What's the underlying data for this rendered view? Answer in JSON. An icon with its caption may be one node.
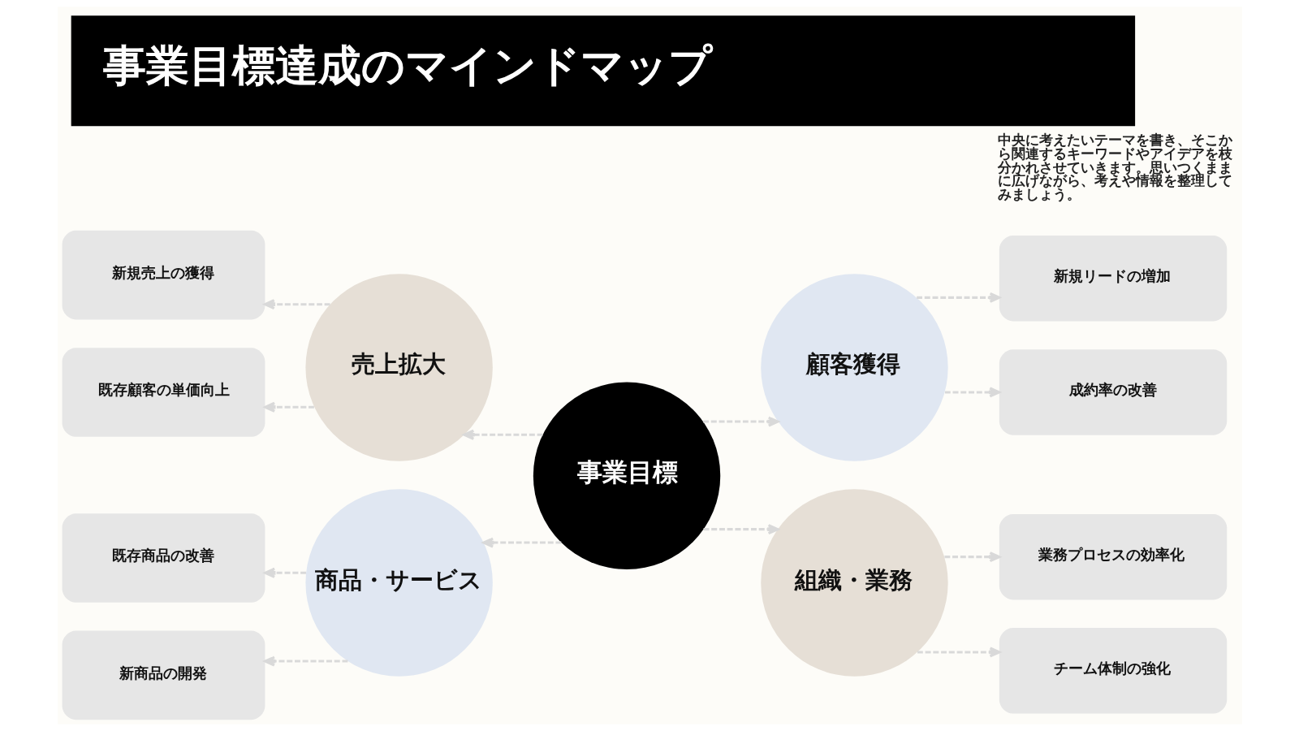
{
  "diagram": {
    "title": "事業目標達成のマインドマップ",
    "nodes": [
      {
        "text": [
          "事業目標"
        ]
      },
      {
        "text": [
          "売上拡大"
        ]
      },
      {
        "text": [
          "新規売上の獲得"
        ]
      },
      {
        "text": [
          "既存顧客の単価向上"
        ]
      },
      {
        "text": [
          "商品・サービス"
        ]
      },
      {
        "text": [
          "既存商品の改善"
        ]
      },
      {
        "text": [
          "新商品の開発"
        ]
      },
      {
        "text": [
          "顧客獲得"
        ]
      },
      {
        "text": [
          "新規リードの増加"
        ]
      },
      {
        "text": [
          "成約率の改善"
        ]
      },
      {
        "text": [
          "組織・業務"
        ]
      },
      {
        "text": [
          "業務プロセスの効率化"
        ]
      },
      {
        "text": [
          "チーム体制の強化"
        ]
      }
    ],
    "edges": [
      {
        "from": 0,
        "to": 1,
        "arrow": "to",
        "style": "dashed"
      },
      {
        "from": 1,
        "to": 2,
        "arrow": "to",
        "style": "dashed"
      },
      {
        "from": 1,
        "to": 3,
        "arrow": "to",
        "style": "dashed"
      },
      {
        "from": 0,
        "to": 4,
        "arrow": "to",
        "style": "dashed"
      },
      {
        "from": 4,
        "to": 5,
        "arrow": "to",
        "style": "dashed"
      },
      {
        "from": 4,
        "to": 6,
        "arrow": "to",
        "style": "dashed"
      },
      {
        "from": 0,
        "to": 7,
        "arrow": "to",
        "style": "dashed"
      },
      {
        "from": 7,
        "to": 8,
        "arrow": "to",
        "style": "dashed"
      },
      {
        "from": 7,
        "to": 9,
        "arrow": "to",
        "style": "dashed"
      },
      {
        "from": 0,
        "to": 10,
        "arrow": "to",
        "style": "dashed"
      },
      {
        "from": 10,
        "to": 11,
        "arrow": "to",
        "style": "dashed"
      },
      {
        "from": 10,
        "to": 12,
        "arrow": "to",
        "style": "dashed"
      }
    ],
    "labels": [
      "中央に考えたいテーマを書き、そこから関連するキーワードやアイデアを枝分かれさせていきます。思いつくままに広げながら、考えや情報を整理してみましょう。"
    ]
  }
}
